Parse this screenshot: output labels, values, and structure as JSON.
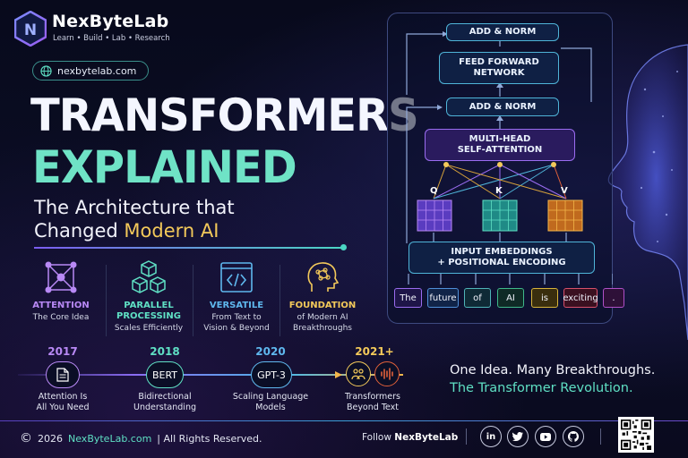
{
  "brand": {
    "name": "NexByteLab",
    "tagline": "Learn • Build • Lab • Research",
    "website": "nexbytelab.com",
    "logo_letter": "N",
    "colors": {
      "teal": "#5fe0c4",
      "gold": "#f3c95a",
      "purple": "#9a6cf0",
      "blue": "#4fb4d8"
    }
  },
  "title": {
    "line1": "TRANSFORMERS",
    "line2": "EXPLAINED",
    "subtitle_line1": "The Architecture that",
    "subtitle_line2_plain": "Changed ",
    "subtitle_line2_highlight": "Modern AI"
  },
  "features": [
    {
      "icon": "network-icon",
      "heading": "ATTENTION",
      "heading_color": "#b889f5",
      "desc_line1": "The Core Idea",
      "desc_line2": ""
    },
    {
      "icon": "cubes-icon",
      "heading_line1": "PARALLEL",
      "heading_line2": "PROCESSING",
      "heading_color": "#5fe0c4",
      "desc_line1": "Scales Efficiently",
      "desc_line2": ""
    },
    {
      "icon": "code-icon",
      "heading": "VERSATILE",
      "heading_color": "#5fb8ee",
      "desc_line1": "From Text to",
      "desc_line2": "Vision & Beyond"
    },
    {
      "icon": "brain-head-icon",
      "heading": "FOUNDATION",
      "heading_color": "#f3c95a",
      "desc_line1": "of Modern AI",
      "desc_line2": "Breakthroughs"
    }
  ],
  "timeline": [
    {
      "year": "2017",
      "year_color": "#b889f5",
      "node": "document-icon",
      "label_line1": "Attention Is",
      "label_line2": "All You Need"
    },
    {
      "year": "2018",
      "year_color": "#5fe0c4",
      "node_text": "BERT",
      "label_line1": "Bidirectional",
      "label_line2": "Understanding"
    },
    {
      "year": "2020",
      "year_color": "#5fb8ee",
      "node_text": "GPT-3",
      "label_line1": "Scaling Language",
      "label_line2": "Models"
    },
    {
      "year": "2021+",
      "year_color": "#f3c95a",
      "node": "image-audio-icons",
      "label_line1": "Transformers",
      "label_line2": "Beyond Text"
    }
  ],
  "tagline": {
    "line1": "One Idea. Many Breakthroughs.",
    "line2": "The Transformer Revolution."
  },
  "diagram": {
    "add_norm_top": "ADD & NORM",
    "feed_forward_line1": "FEED FORWARD",
    "feed_forward_line2": "NETWORK",
    "add_norm_mid": "ADD & NORM",
    "attention_line1": "MULTI-HEAD",
    "attention_line2": "SELF-ATTENTION",
    "q": "Q",
    "k": "K",
    "v": "V",
    "embed_line1": "INPUT EMBEDDINGS",
    "embed_line2": "+ POSITIONAL ENCODING",
    "tokens": [
      {
        "text": "The",
        "color": "#9a6cf0"
      },
      {
        "text": "future",
        "color": "#4f8fd8"
      },
      {
        "text": "of",
        "color": "#4fb4b8"
      },
      {
        "text": "AI",
        "color": "#3fb88a"
      },
      {
        "text": "is",
        "color": "#d8b43a"
      },
      {
        "text": "exciting",
        "color": "#d8506a"
      },
      {
        "text": ".",
        "color": "#b050c8"
      }
    ]
  },
  "footer": {
    "copyright_symbol": "©",
    "year": "2026",
    "brand": "NexByteLab.com",
    "rights": "| All Rights Reserved.",
    "follow_prefix": "Follow ",
    "follow_brand": "NexByteLab",
    "social": [
      "in",
      "twitter-icon",
      "youtube-icon",
      "github-icon"
    ]
  }
}
